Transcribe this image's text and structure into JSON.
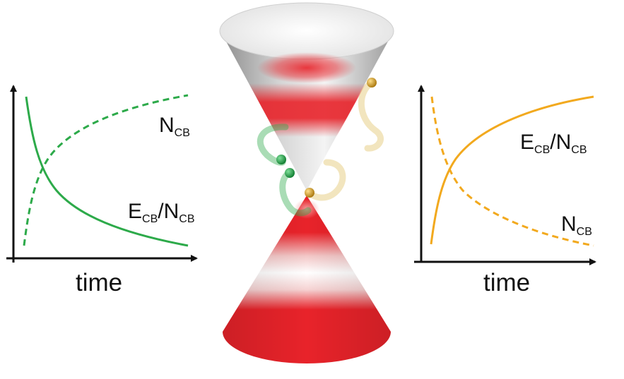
{
  "left_plot": {
    "xlabel": "time",
    "labels": {
      "n_main": "N",
      "n_sub": "CB",
      "e_main": "E",
      "e_sub": "CB",
      "slash": "/",
      "n2_main": "N",
      "n2_sub": "CB"
    },
    "color": "#2daa4a"
  },
  "right_plot": {
    "xlabel": "time",
    "labels": {
      "e_main": "E",
      "e_sub": "CB",
      "slash": "/",
      "n2_main": "N",
      "n2_sub": "CB",
      "n_main": "N",
      "n_sub": "CB"
    },
    "color": "#f2a91e"
  },
  "colors": {
    "cone_red": "#e8232a",
    "cone_grey": "#9a9a9a",
    "electron_green": "#1e8f3a",
    "electron_gold": "#c9900f"
  }
}
